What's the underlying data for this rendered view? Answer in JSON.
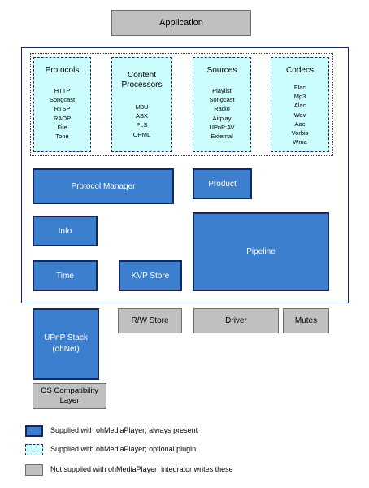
{
  "application": "Application",
  "plugins": {
    "protocols": {
      "title": "Protocols",
      "items": [
        "HTTP",
        "Songcast",
        "RTSP",
        "RAOP",
        "File",
        "Tone"
      ]
    },
    "content_processors": {
      "title": "Content Processors",
      "items": [
        "M3U",
        "ASX",
        "PLS",
        "OPML"
      ]
    },
    "sources": {
      "title": "Sources",
      "items": [
        "Playlist",
        "Songcast",
        "Radio",
        "Airplay",
        "UPnP:AV",
        "External"
      ]
    },
    "codecs": {
      "title": "Codecs",
      "items": [
        "Flac",
        "Mp3",
        "Alac",
        "Wav",
        "Aac",
        "Vorbis",
        "Wma"
      ]
    }
  },
  "core": {
    "protocol_manager": "Protocol Manager",
    "product": "Product",
    "info": "Info",
    "pipeline": "Pipeline",
    "time": "Time",
    "kvp_store": "KVP Store"
  },
  "integrator": {
    "rw_store": "R/W Store",
    "driver": "Driver",
    "mutes": "Mutes",
    "os_compat": "OS Compatibility Layer"
  },
  "upnp_stack": "UPnP Stack (ohNet)",
  "legend": {
    "supplied": "Supplied with ohMediaPlayer; always present",
    "optional": "Supplied with ohMediaPlayer; optional plugin",
    "not_supplied": "Not supplied with ohMediaPlayer; integrator writes these"
  },
  "colors": {
    "supplied": "#3d7fcf",
    "supplied_border": "#14285c",
    "optional_plugin": "#ccfdfd",
    "not_supplied": "#c0c0c0"
  }
}
